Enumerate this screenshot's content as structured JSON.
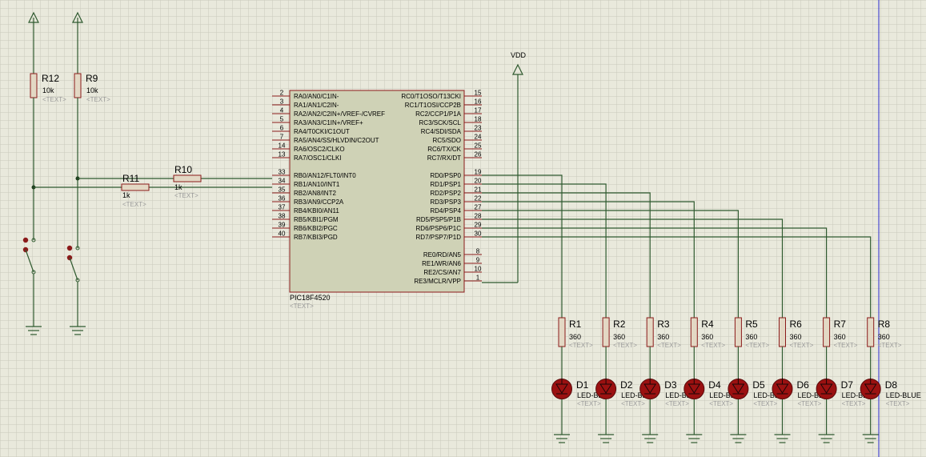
{
  "schematic": {
    "chip": {
      "ref": "PIC18F4520",
      "text": "<TEXT>",
      "left_pins": [
        {
          "num": "2",
          "name": "RA0/AN0/C1IN-"
        },
        {
          "num": "3",
          "name": "RA1/AN1/C2IN-"
        },
        {
          "num": "4",
          "name": "RA2/AN2/C2IN+/VREF-/CVREF"
        },
        {
          "num": "5",
          "name": "RA3/AN3/C1IN+/VREF+"
        },
        {
          "num": "6",
          "name": "RA4/T0CKI/C1OUT"
        },
        {
          "num": "7",
          "name": "RA5/AN4/SS/HLVDIN/C2OUT"
        },
        {
          "num": "14",
          "name": "RA6/OSC2/CLKO"
        },
        {
          "num": "13",
          "name": "RA7/OSC1/CLKI"
        },
        {
          "num": "33",
          "name": "RB0/AN12/FLT0/INT0"
        },
        {
          "num": "34",
          "name": "RB1/AN10/INT1"
        },
        {
          "num": "35",
          "name": "RB2/AN8/INT2"
        },
        {
          "num": "36",
          "name": "RB3/AN9/CCP2A"
        },
        {
          "num": "37",
          "name": "RB4/KBI0/AN11"
        },
        {
          "num": "38",
          "name": "RB5/KBI1/PGM"
        },
        {
          "num": "39",
          "name": "RB6/KBI2/PGC"
        },
        {
          "num": "40",
          "name": "RB7/KBI3/PGD"
        }
      ],
      "right_pins": [
        {
          "num": "15",
          "name": "RC0/T1OSO/T13CKI"
        },
        {
          "num": "16",
          "name": "RC1/T1OSI/CCP2B"
        },
        {
          "num": "17",
          "name": "RC2/CCP1/P1A"
        },
        {
          "num": "18",
          "name": "RC3/SCK/SCL"
        },
        {
          "num": "23",
          "name": "RC4/SDI/SDA"
        },
        {
          "num": "24",
          "name": "RC5/SDO"
        },
        {
          "num": "25",
          "name": "RC6/TX/CK"
        },
        {
          "num": "26",
          "name": "RC7/RX/DT"
        },
        {
          "num": "19",
          "name": "RD0/PSP0"
        },
        {
          "num": "20",
          "name": "RD1/PSP1"
        },
        {
          "num": "21",
          "name": "RD2/PSP2"
        },
        {
          "num": "22",
          "name": "RD3/PSP3"
        },
        {
          "num": "27",
          "name": "RD4/PSP4"
        },
        {
          "num": "28",
          "name": "RD5/PSP5/P1B"
        },
        {
          "num": "29",
          "name": "RD6/PSP6/P1C"
        },
        {
          "num": "30",
          "name": "RD7/PSP7/P1D"
        },
        {
          "num": "8",
          "name": "RE0/RD/AN5"
        },
        {
          "num": "9",
          "name": "RE1/WR/AN6"
        },
        {
          "num": "10",
          "name": "RE2/CS/AN7"
        },
        {
          "num": "1",
          "name": "RE3/MCLR/VPP"
        }
      ]
    },
    "vdd_label": "VDD",
    "pullups": [
      {
        "ref": "R12",
        "value": "10k",
        "text": "<TEXT>"
      },
      {
        "ref": "R9",
        "value": "10k",
        "text": "<TEXT>"
      }
    ],
    "series_resistors": [
      {
        "ref": "R11",
        "value": "1k",
        "text": "<TEXT>"
      },
      {
        "ref": "R10",
        "value": "1k",
        "text": "<TEXT>"
      }
    ],
    "led_resistors": [
      {
        "ref": "R1",
        "value": "360",
        "text": "<TEXT>"
      },
      {
        "ref": "R2",
        "value": "360",
        "text": "<TEXT>"
      },
      {
        "ref": "R3",
        "value": "360",
        "text": "<TEXT>"
      },
      {
        "ref": "R4",
        "value": "360",
        "text": "<TEXT>"
      },
      {
        "ref": "R5",
        "value": "360",
        "text": "<TEXT>"
      },
      {
        "ref": "R6",
        "value": "360",
        "text": "<TEXT>"
      },
      {
        "ref": "R7",
        "value": "360",
        "text": "<TEXT>"
      },
      {
        "ref": "R8",
        "value": "360",
        "text": "<TEXT>"
      }
    ],
    "leds": [
      {
        "ref": "D1",
        "value": "LED-BLUE",
        "text": "<TEXT>"
      },
      {
        "ref": "D2",
        "value": "LED-BLUE",
        "text": "<TEXT>"
      },
      {
        "ref": "D3",
        "value": "LED-BLUE",
        "text": "<TEXT>"
      },
      {
        "ref": "D4",
        "value": "LED-BLUE",
        "text": "<TEXT>"
      },
      {
        "ref": "D5",
        "value": "LED-BLUE",
        "text": "<TEXT>"
      },
      {
        "ref": "D6",
        "value": "LED-BLUE",
        "text": "<TEXT>"
      },
      {
        "ref": "D7",
        "value": "LED-BLUE",
        "text": "<TEXT>"
      },
      {
        "ref": "D8",
        "value": "LED-BLUE",
        "text": "<TEXT>"
      }
    ],
    "colors": {
      "background": "#e9e9dc",
      "grid": "#c9c9bb",
      "wire": "#2f5a2f",
      "component": "#8b1a1a",
      "chip_fill": "#cfd2b6",
      "led_fill": "#9b1111",
      "margin_line": "#2c2ccf"
    }
  }
}
